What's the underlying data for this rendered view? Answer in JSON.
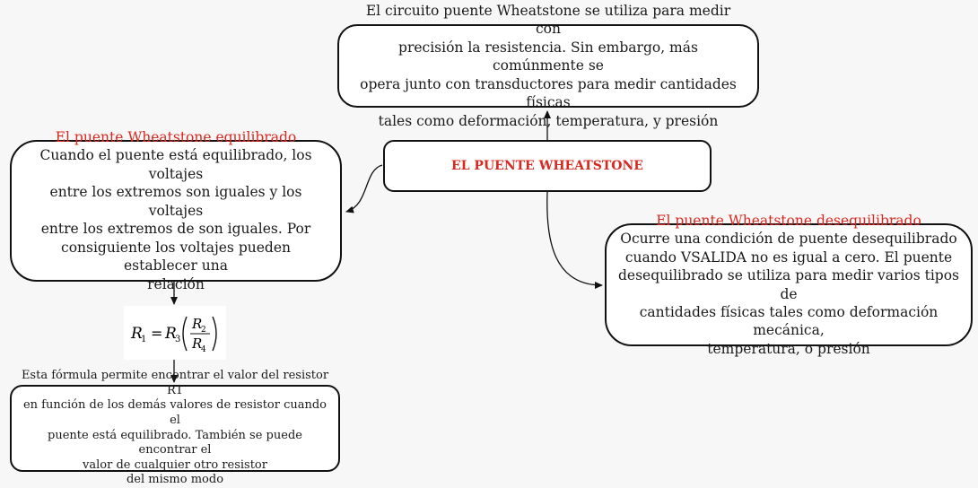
{
  "nodes": {
    "center": {
      "title": "EL PUENTE WHEATSTONE"
    },
    "top": {
      "lines": [
        "El circuito puente Wheatstone se utiliza para medir con",
        "precisión la resistencia. Sin embargo, más comúnmente se",
        "opera junto con transductores para medir cantidades físicas",
        "tales como deformación, temperatura, y presión"
      ]
    },
    "left": {
      "title": "El puente Wheatstone equilibrado",
      "lines": [
        "Cuando el puente está equilibrado, los voltajes",
        "entre los extremos son iguales  y los voltajes",
        "entre los extremos de  son iguales. Por",
        "consiguiente los voltajes pueden establecer una",
        "relación"
      ]
    },
    "right": {
      "title": "El puente Wheatstone desequilibrado",
      "lines": [
        "Ocurre una condición de puente desequilibrado",
        "cuando VSALIDA no es igual a cero. El puente",
        "desequilibrado se utiliza para medir varios tipos de",
        "cantidades físicas tales como deformación mecánica,",
        "temperatura, o presión"
      ]
    },
    "bottom": {
      "lines": [
        "Esta fórmula permite encontrar el valor del resistor R1",
        "en función de los demás valores de resistor cuando el",
        "puente está equilibrado. También se puede encontrar el",
        "valor de cualquier otro resistor",
        "del mismo modo"
      ]
    }
  },
  "formula": {
    "lhs": "R",
    "lhs_sub": "1",
    "equals": "=",
    "coef": "R",
    "coef_sub": "3",
    "num": "R",
    "num_sub": "2",
    "den": "R",
    "den_sub": "4"
  },
  "colors": {
    "accent_red": "#d9281f",
    "border": "#111111",
    "background": "#f7f7f7"
  }
}
